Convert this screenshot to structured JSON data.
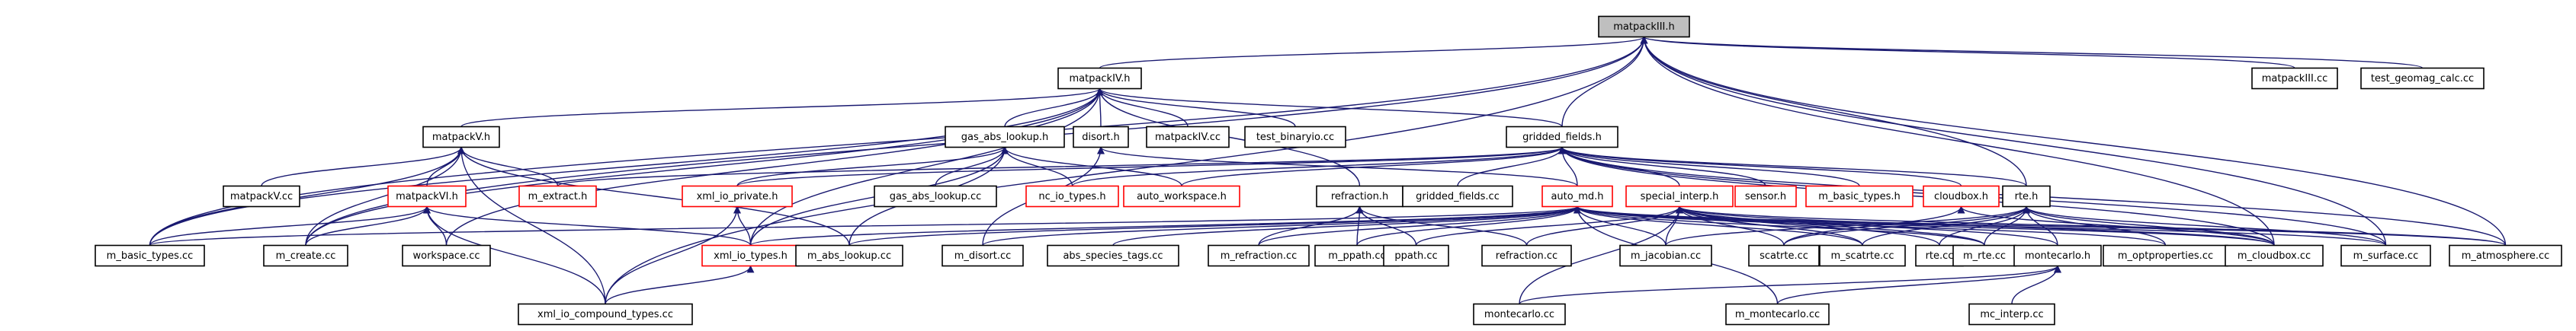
{
  "graph": {
    "root": "matpackIII.h",
    "nodes": [
      {
        "id": "matpackIII_h",
        "label": "matpackIII.h",
        "root": true
      },
      {
        "id": "matpackIV_h",
        "label": "matpackIV.h"
      },
      {
        "id": "matpackIII_cc",
        "label": "matpackIII.cc"
      },
      {
        "id": "test_geomag",
        "label": "test_geomag_calc.cc"
      },
      {
        "id": "matpackV_h",
        "label": "matpackV.h"
      },
      {
        "id": "gas_abs_lookup_h",
        "label": "gas_abs_lookup.h"
      },
      {
        "id": "disort_h",
        "label": "disort.h"
      },
      {
        "id": "matpackIV_cc",
        "label": "matpackIV.cc"
      },
      {
        "id": "test_binaryio",
        "label": "test_binaryio.cc"
      },
      {
        "id": "gridded_fields_h",
        "label": "gridded_fields.h"
      },
      {
        "id": "matpackV_cc",
        "label": "matpackV.cc"
      },
      {
        "id": "matpackVI_h",
        "label": "matpackVI.h",
        "red": true
      },
      {
        "id": "m_extract_h",
        "label": "m_extract.h",
        "red": true
      },
      {
        "id": "xml_io_private_h",
        "label": "xml_io_private.h",
        "red": true
      },
      {
        "id": "gas_abs_lookup_cc",
        "label": "gas_abs_lookup.cc"
      },
      {
        "id": "nc_io_types_h",
        "label": "nc_io_types.h",
        "red": true
      },
      {
        "id": "auto_workspace_h",
        "label": "auto_workspace.h",
        "red": true
      },
      {
        "id": "refraction_h",
        "label": "refraction.h"
      },
      {
        "id": "gridded_fields_cc",
        "label": "gridded_fields.cc"
      },
      {
        "id": "auto_md_h",
        "label": "auto_md.h",
        "red": true
      },
      {
        "id": "special_interp_h",
        "label": "special_interp.h",
        "red": true
      },
      {
        "id": "sensor_h",
        "label": "sensor.h",
        "red": true
      },
      {
        "id": "m_basic_types_h",
        "label": "m_basic_types.h",
        "red": true
      },
      {
        "id": "cloudbox_h",
        "label": "cloudbox.h",
        "red": true
      },
      {
        "id": "rte_h",
        "label": "rte.h"
      },
      {
        "id": "m_basic_types_cc",
        "label": "m_basic_types.cc"
      },
      {
        "id": "m_create_cc",
        "label": "m_create.cc"
      },
      {
        "id": "workspace_cc",
        "label": "workspace.cc"
      },
      {
        "id": "xml_io_types_h",
        "label": "xml_io_types.h",
        "red": true
      },
      {
        "id": "m_abs_lookup_cc",
        "label": "m_abs_lookup.cc"
      },
      {
        "id": "m_disort_cc",
        "label": "m_disort.cc"
      },
      {
        "id": "abs_species_tags_cc",
        "label": "abs_species_tags.cc"
      },
      {
        "id": "m_refraction_cc",
        "label": "m_refraction.cc"
      },
      {
        "id": "m_ppath_cc",
        "label": "m_ppath.cc"
      },
      {
        "id": "ppath_cc",
        "label": "ppath.cc"
      },
      {
        "id": "refraction_cc",
        "label": "refraction.cc"
      },
      {
        "id": "m_jacobian_cc",
        "label": "m_jacobian.cc"
      },
      {
        "id": "scatrte_cc",
        "label": "scatrte.cc"
      },
      {
        "id": "m_scatrte_cc",
        "label": "m_scatrte.cc"
      },
      {
        "id": "rte_cc",
        "label": "rte.cc"
      },
      {
        "id": "m_rte_cc",
        "label": "m_rte.cc"
      },
      {
        "id": "montecarlo_h",
        "label": "montecarlo.h"
      },
      {
        "id": "m_optproperties_cc",
        "label": "m_optproperties.cc"
      },
      {
        "id": "m_cloudbox_cc",
        "label": "m_cloudbox.cc"
      },
      {
        "id": "m_surface_cc",
        "label": "m_surface.cc"
      },
      {
        "id": "m_atmosphere_cc",
        "label": "m_atmosphere.cc"
      },
      {
        "id": "xml_io_compound_types_cc",
        "label": "xml_io_compound_types.cc"
      },
      {
        "id": "montecarlo_cc",
        "label": "montecarlo.cc"
      },
      {
        "id": "m_montecarlo_cc",
        "label": "m_montecarlo.cc"
      },
      {
        "id": "mc_interp_cc",
        "label": "mc_interp.cc"
      }
    ],
    "edges": [
      [
        "matpackIV_h",
        "matpackIII_h"
      ],
      [
        "matpackIII_cc",
        "matpackIII_h"
      ],
      [
        "test_geomag",
        "matpackIII_h"
      ],
      [
        "rte_h",
        "matpackIII_h"
      ],
      [
        "m_basic_types_cc",
        "matpackIII_h"
      ],
      [
        "m_create_cc",
        "matpackIII_h"
      ],
      [
        "xml_io_compound_types_cc",
        "matpackIII_h"
      ],
      [
        "m_cloudbox_cc",
        "matpackIII_h"
      ],
      [
        "m_surface_cc",
        "matpackIII_h"
      ],
      [
        "m_atmosphere_cc",
        "matpackIII_h"
      ],
      [
        "gridded_fields_h",
        "matpackIII_h"
      ],
      [
        "matpackV_h",
        "matpackIV_h"
      ],
      [
        "gas_abs_lookup_h",
        "matpackIV_h"
      ],
      [
        "disort_h",
        "matpackIV_h"
      ],
      [
        "matpackIV_cc",
        "matpackIV_h"
      ],
      [
        "test_binaryio",
        "matpackIV_h"
      ],
      [
        "gridded_fields_h",
        "matpackIV_h"
      ],
      [
        "refraction_h",
        "matpackIV_h"
      ],
      [
        "m_basic_types_cc",
        "matpackIV_h"
      ],
      [
        "m_create_cc",
        "matpackIV_h"
      ],
      [
        "workspace_cc",
        "matpackIV_h"
      ],
      [
        "xml_io_types_h",
        "matpackIV_h"
      ],
      [
        "matpackV_cc",
        "matpackV_h"
      ],
      [
        "matpackVI_h",
        "matpackV_h"
      ],
      [
        "m_extract_h",
        "matpackV_h"
      ],
      [
        "m_basic_types_cc",
        "matpackV_h"
      ],
      [
        "m_create_cc",
        "matpackV_h"
      ],
      [
        "xml_io_compound_types_cc",
        "matpackV_h"
      ],
      [
        "m_abs_lookup_cc",
        "matpackV_h"
      ],
      [
        "m_basic_types_cc",
        "matpackVI_h"
      ],
      [
        "m_create_cc",
        "matpackVI_h"
      ],
      [
        "workspace_cc",
        "matpackVI_h"
      ],
      [
        "xml_io_types_h",
        "matpackVI_h"
      ],
      [
        "xml_io_compound_types_cc",
        "matpackVI_h"
      ],
      [
        "gas_abs_lookup_cc",
        "gas_abs_lookup_h"
      ],
      [
        "nc_io_types_h",
        "gas_abs_lookup_h"
      ],
      [
        "xml_io_private_h",
        "gas_abs_lookup_h"
      ],
      [
        "auto_workspace_h",
        "gas_abs_lookup_h"
      ],
      [
        "m_abs_lookup_cc",
        "gas_abs_lookup_h"
      ],
      [
        "xml_io_types_h",
        "gas_abs_lookup_h"
      ],
      [
        "m_disort_cc",
        "disort_h"
      ],
      [
        "auto_md_h",
        "disort_h"
      ],
      [
        "xml_io_types_h",
        "xml_io_private_h"
      ],
      [
        "xml_io_compound_types_cc",
        "xml_io_private_h"
      ],
      [
        "xml_io_compound_types_cc",
        "xml_io_types_h"
      ],
      [
        "m_refraction_cc",
        "refraction_h"
      ],
      [
        "m_ppath_cc",
        "refraction_h"
      ],
      [
        "ppath_cc",
        "refraction_h"
      ],
      [
        "refraction_cc",
        "refraction_h"
      ],
      [
        "gridded_fields_cc",
        "gridded_fields_h"
      ],
      [
        "auto_md_h",
        "gridded_fields_h"
      ],
      [
        "special_interp_h",
        "gridded_fields_h"
      ],
      [
        "sensor_h",
        "gridded_fields_h"
      ],
      [
        "m_basic_types_h",
        "gridded_fields_h"
      ],
      [
        "cloudbox_h",
        "gridded_fields_h"
      ],
      [
        "rte_h",
        "gridded_fields_h"
      ],
      [
        "m_extract_h",
        "gridded_fields_h"
      ],
      [
        "auto_workspace_h",
        "gridded_fields_h"
      ],
      [
        "nc_io_types_h",
        "gridded_fields_h"
      ],
      [
        "xml_io_private_h",
        "gridded_fields_h"
      ],
      [
        "m_cloudbox_cc",
        "gridded_fields_h"
      ],
      [
        "m_atmosphere_cc",
        "gridded_fields_h"
      ],
      [
        "m_surface_cc",
        "gridded_fields_h"
      ],
      [
        "m_abs_lookup_cc",
        "auto_md_h"
      ],
      [
        "m_disort_cc",
        "auto_md_h"
      ],
      [
        "m_refraction_cc",
        "auto_md_h"
      ],
      [
        "m_ppath_cc",
        "auto_md_h"
      ],
      [
        "m_jacobian_cc",
        "auto_md_h"
      ],
      [
        "m_scatrte_cc",
        "auto_md_h"
      ],
      [
        "m_rte_cc",
        "auto_md_h"
      ],
      [
        "m_optproperties_cc",
        "auto_md_h"
      ],
      [
        "m_cloudbox_cc",
        "auto_md_h"
      ],
      [
        "m_surface_cc",
        "auto_md_h"
      ],
      [
        "m_atmosphere_cc",
        "auto_md_h"
      ],
      [
        "m_montecarlo_cc",
        "auto_md_h"
      ],
      [
        "xml_io_types_h",
        "auto_md_h"
      ],
      [
        "abs_species_tags_cc",
        "auto_md_h"
      ],
      [
        "m_basic_types_cc",
        "auto_md_h"
      ],
      [
        "ppath_cc",
        "special_interp_h"
      ],
      [
        "refraction_cc",
        "special_interp_h"
      ],
      [
        "m_jacobian_cc",
        "special_interp_h"
      ],
      [
        "scatrte_cc",
        "special_interp_h"
      ],
      [
        "m_scatrte_cc",
        "special_interp_h"
      ],
      [
        "rte_cc",
        "special_interp_h"
      ],
      [
        "m_rte_cc",
        "special_interp_h"
      ],
      [
        "montecarlo_h",
        "special_interp_h"
      ],
      [
        "m_cloudbox_cc",
        "special_interp_h"
      ],
      [
        "m_atmosphere_cc",
        "special_interp_h"
      ],
      [
        "montecarlo_cc",
        "special_interp_h"
      ],
      [
        "m_cloudbox_cc",
        "cloudbox_h"
      ],
      [
        "scatrte_cc",
        "cloudbox_h"
      ],
      [
        "scatrte_cc",
        "rte_h"
      ],
      [
        "m_scatrte_cc",
        "rte_h"
      ],
      [
        "rte_cc",
        "rte_h"
      ],
      [
        "m_rte_cc",
        "rte_h"
      ],
      [
        "montecarlo_h",
        "rte_h"
      ],
      [
        "m_optproperties_cc",
        "rte_h"
      ],
      [
        "m_cloudbox_cc",
        "rte_h"
      ],
      [
        "m_surface_cc",
        "rte_h"
      ],
      [
        "m_jacobian_cc",
        "rte_h"
      ],
      [
        "montecarlo_cc",
        "montecarlo_h"
      ],
      [
        "m_montecarlo_cc",
        "montecarlo_h"
      ],
      [
        "mc_interp_cc",
        "montecarlo_h"
      ]
    ]
  }
}
